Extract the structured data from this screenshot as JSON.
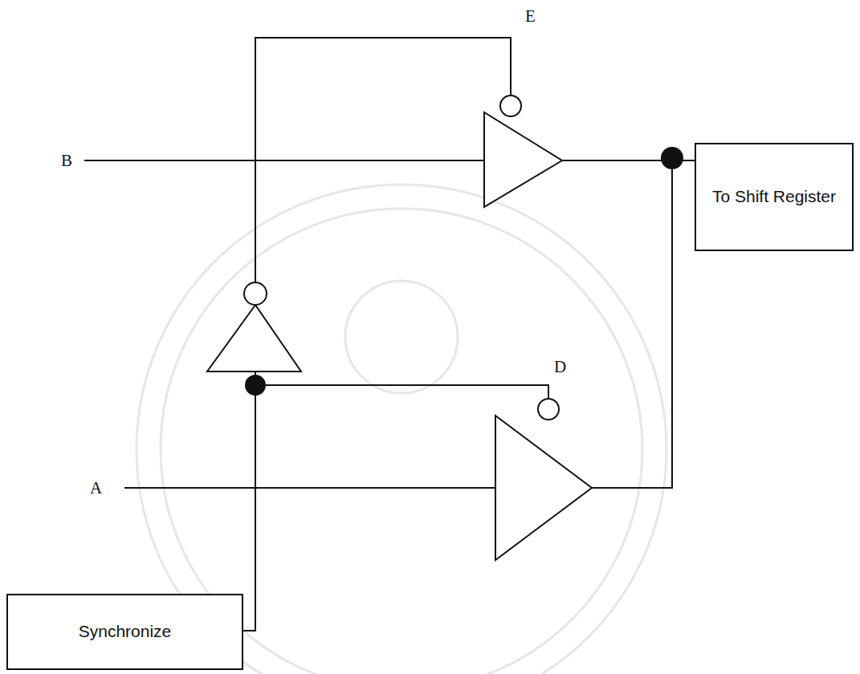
{
  "diagram": {
    "nodes": [
      {
        "text": [
          "To Shift Register"
        ]
      },
      {
        "text": [
          "Synchronize"
        ]
      }
    ],
    "labels": [
      "E",
      "B",
      "D",
      "A"
    ]
  }
}
